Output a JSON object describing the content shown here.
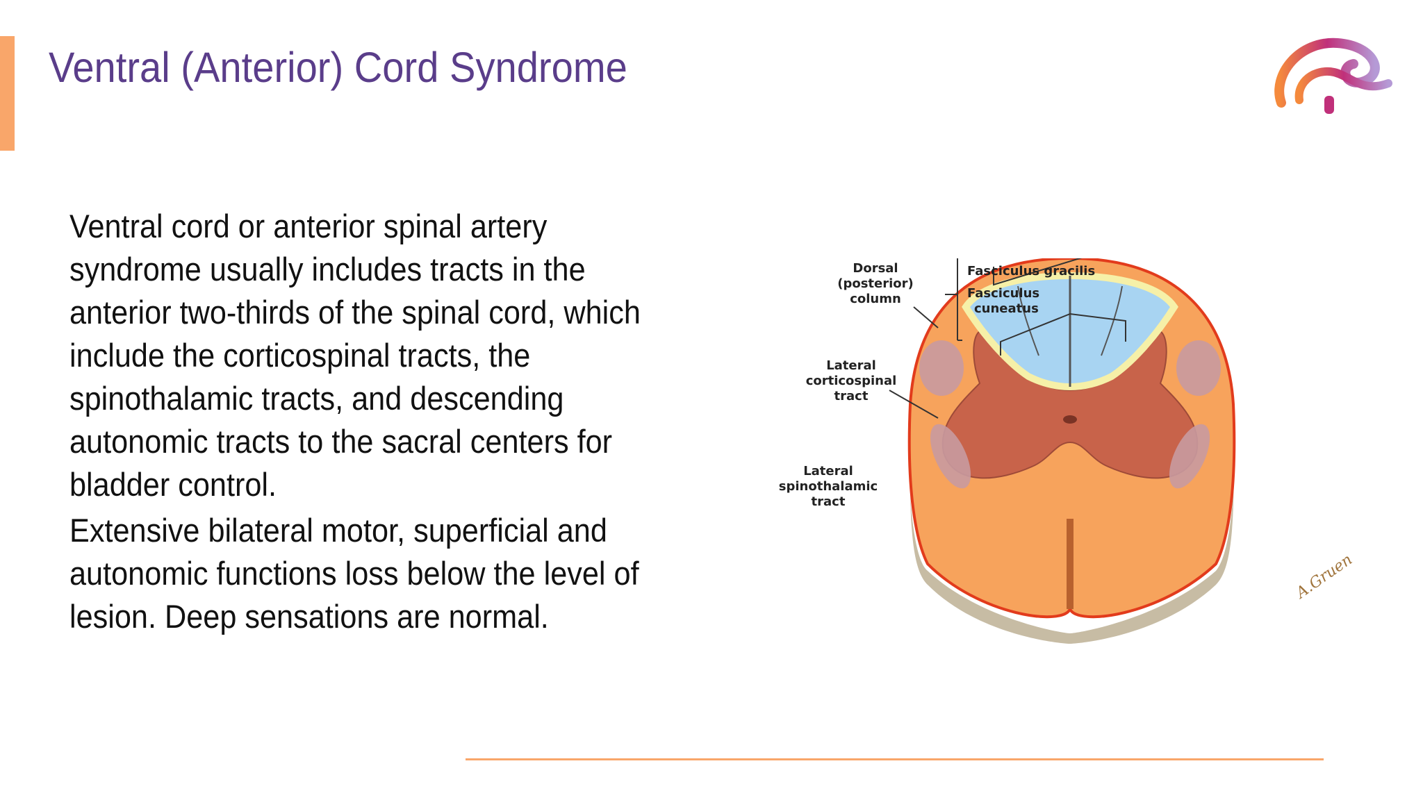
{
  "slide": {
    "title": "Ventral (Anterior) Cord Syndrome",
    "paragraphs": [
      "Ventral cord or anterior spinal artery syndrome usually includes tracts in the anterior two-thirds of the spinal cord, which include the corticospinal tracts, the spinothalamic tracts, and descending autonomic tracts to the sacral centers for bladder control.",
      "Extensive bilateral motor, superficial and autonomic functions loss below the level of lesion. Deep sensations are normal."
    ]
  },
  "figure": {
    "labels": {
      "dorsal_line1": "Dorsal",
      "dorsal_line2": "(posterior)",
      "dorsal_line3": "column",
      "gracilis": "Fasciculus gracilis",
      "cuneatus_line1": "Fasciculus",
      "cuneatus_line2": "cuneatus",
      "lcst_line1": "Lateral",
      "lcst_line2": "corticospinal",
      "lcst_line3": "tract",
      "lstt_line1": "Lateral",
      "lstt_line2": "spinothalamic",
      "lstt_line3": "tract"
    },
    "signature": "A.Gruen"
  },
  "colors": {
    "title": "#5a3d8a",
    "accent": "#f9a66a",
    "white_matter": "#f7a35c",
    "gray_matter": "#c8634a",
    "dorsal_column": "#a8d4f2",
    "outline": "#e23b1c"
  }
}
